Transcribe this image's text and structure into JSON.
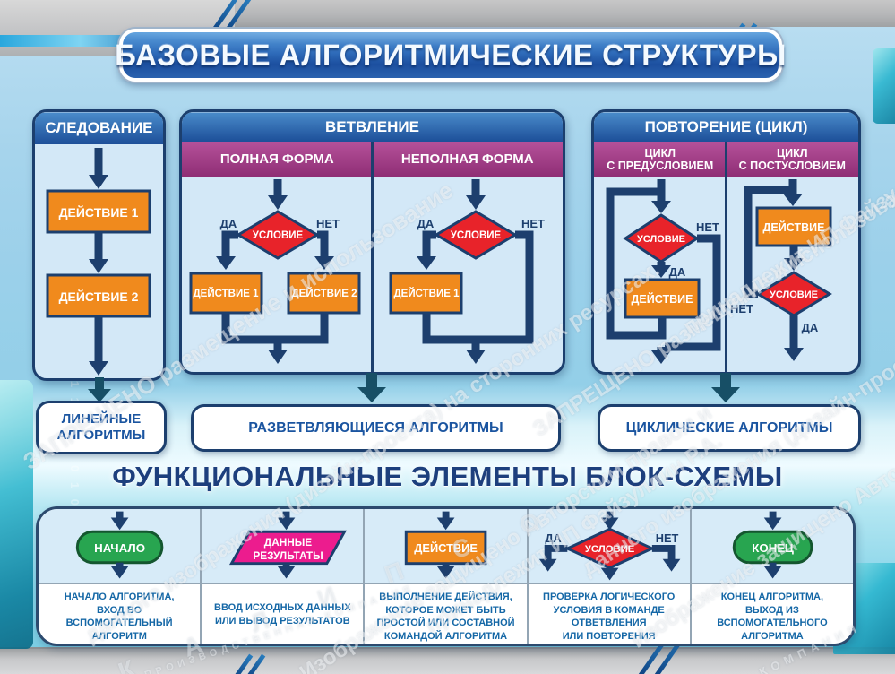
{
  "poster": {
    "title": "БАЗОВЫЕ АЛГОРИТМИЧЕСКИЕ СТРУКТУРЫ",
    "section2_title": "ФУНКЦИОНАЛЬНЫЕ ЭЛЕМЕНТЫ БЛОК-СХЕМЫ"
  },
  "labels": {
    "yes": "ДА",
    "no": "НЕТ",
    "condition": "УСЛОВИЕ"
  },
  "sequence": {
    "header": "СЛЕДОВАНИЕ",
    "action1": "ДЕЙСТВИЕ 1",
    "action2": "ДЕЙСТВИЕ 2",
    "result": "ЛИНЕЙНЫЕ\nАЛГОРИТМЫ"
  },
  "branching": {
    "header": "ВЕТВЛЕНИЕ",
    "full": {
      "title": "ПОЛНАЯ ФОРМА",
      "action1": "ДЕЙСТВИЕ 1",
      "action2": "ДЕЙСТВИЕ 2"
    },
    "partial": {
      "title": "НЕПОЛНАЯ ФОРМА",
      "action1": "ДЕЙСТВИЕ 1"
    },
    "result": "РАЗВЕТВЛЯЮЩИЕСЯ АЛГОРИТМЫ"
  },
  "loop": {
    "header": "ПОВТОРЕНИЕ (ЦИКЛ)",
    "pre": {
      "title": "ЦИКЛ\nС ПРЕДУСЛОВИЕМ",
      "action": "ДЕЙСТВИЕ"
    },
    "post": {
      "title": "ЦИКЛ\nС ПОСТУСЛОВИЕМ",
      "action": "ДЕЙСТВИЕ"
    },
    "result": "ЦИКЛИЧЕСКИЕ АЛГОРИТМЫ"
  },
  "elements": {
    "items": [
      {
        "label": "НАЧАЛО",
        "description": "НАЧАЛО АЛГОРИТМА,\nВХОД ВО\nВСПОМОГАТЕЛЬНЫЙ\nАЛГОРИТМ"
      },
      {
        "label_line1": "ДАННЫЕ",
        "label_line2": "РЕЗУЛЬТАТЫ",
        "description": "ВВОД ИСХОДНЫХ ДАННЫХ\nИЛИ ВЫВОД РЕЗУЛЬТАТОВ"
      },
      {
        "label": "ДЕЙСТВИЕ",
        "description": "ВЫПОЛНЕНИЕ ДЕЙСТВИЯ,\nКОТОРОЕ МОЖЕТ БЫТЬ\nПРОСТОЙ ИЛИ СОСТАВНОЙ\nКОМАНДОЙ АЛГОРИТМА"
      },
      {
        "label": "УСЛОВИЕ",
        "description": "ПРОВЕРКА ЛОГИЧЕСКОГО\nУСЛОВИЯ В КОМАНДЕ\nОТВЕТВЛЕНИЯ\nИЛИ ПОВТОРЕНИЯ"
      },
      {
        "label": "КОНЕЦ",
        "description": "КОНЕЦ АЛГОРИТМА,\nВЫХОД ИЗ\nВСПОМОГАТЕЛЬНОГО\nАЛГОРИТМА"
      }
    ]
  },
  "watermarks": {
    "lines": [
      "ЗАПРЕЩЕНО размещение и использование",
      "данного изображения (дизайн-проекта) на сторонних ресурсах.",
      "Изображение защищено Авторским правом и",
      "принадлежит ИП Файзуллин Р.А.",
      "К А Л И П С О",
      "ПРОИЗВОДСТВЕННАЯ КОМПАНИЯ",
      "КОМПАНИЯ",
      "0 1 0 1 1 0 1 0 0 1 0 1"
    ]
  },
  "colors": {
    "panel_border": "#1c3f6e",
    "header_blue": "#1d4f99",
    "subheader_magenta": "#8e2d74",
    "panel_body": "#d3e8f7",
    "action_orange": "#f08a1d",
    "condition_red": "#e8232a",
    "terminator_green": "#28a550",
    "data_pink": "#ec1c8e",
    "flow_navy": "#1d3f6e",
    "result_text_blue": "#1b55a0",
    "description_blue": "#1467a6",
    "title_banner_blue": "#2f6cba"
  }
}
